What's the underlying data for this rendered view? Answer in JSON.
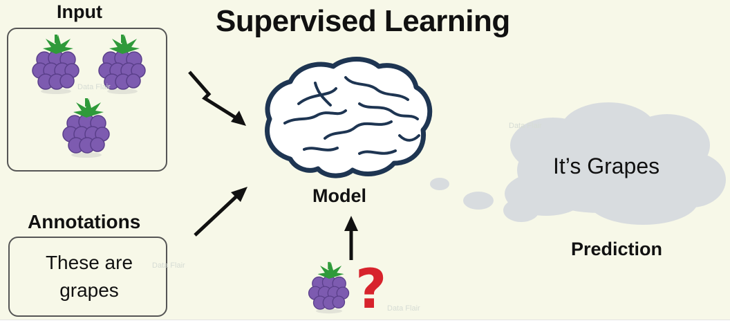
{
  "title": "Supervised Learning",
  "labels": {
    "input": "Input",
    "annotations": "Annotations",
    "model": "Model",
    "prediction": "Prediction"
  },
  "annotation_box": {
    "line1": "These are",
    "line2": "grapes"
  },
  "prediction_cloud": {
    "text": "It’s Grapes"
  },
  "watermark": "Data Flair",
  "icons": [
    "grape-icon",
    "brain-icon",
    "question-mark-icon",
    "thought-cloud-icon",
    "arrow-icon"
  ],
  "colors": {
    "background": "#f7f8e8",
    "grape": "#7d5bb0",
    "leaf": "#2f9a3a",
    "brain_outline": "#1e3552",
    "cloud": "#d8dcdf",
    "question_mark": "#d7232c"
  }
}
